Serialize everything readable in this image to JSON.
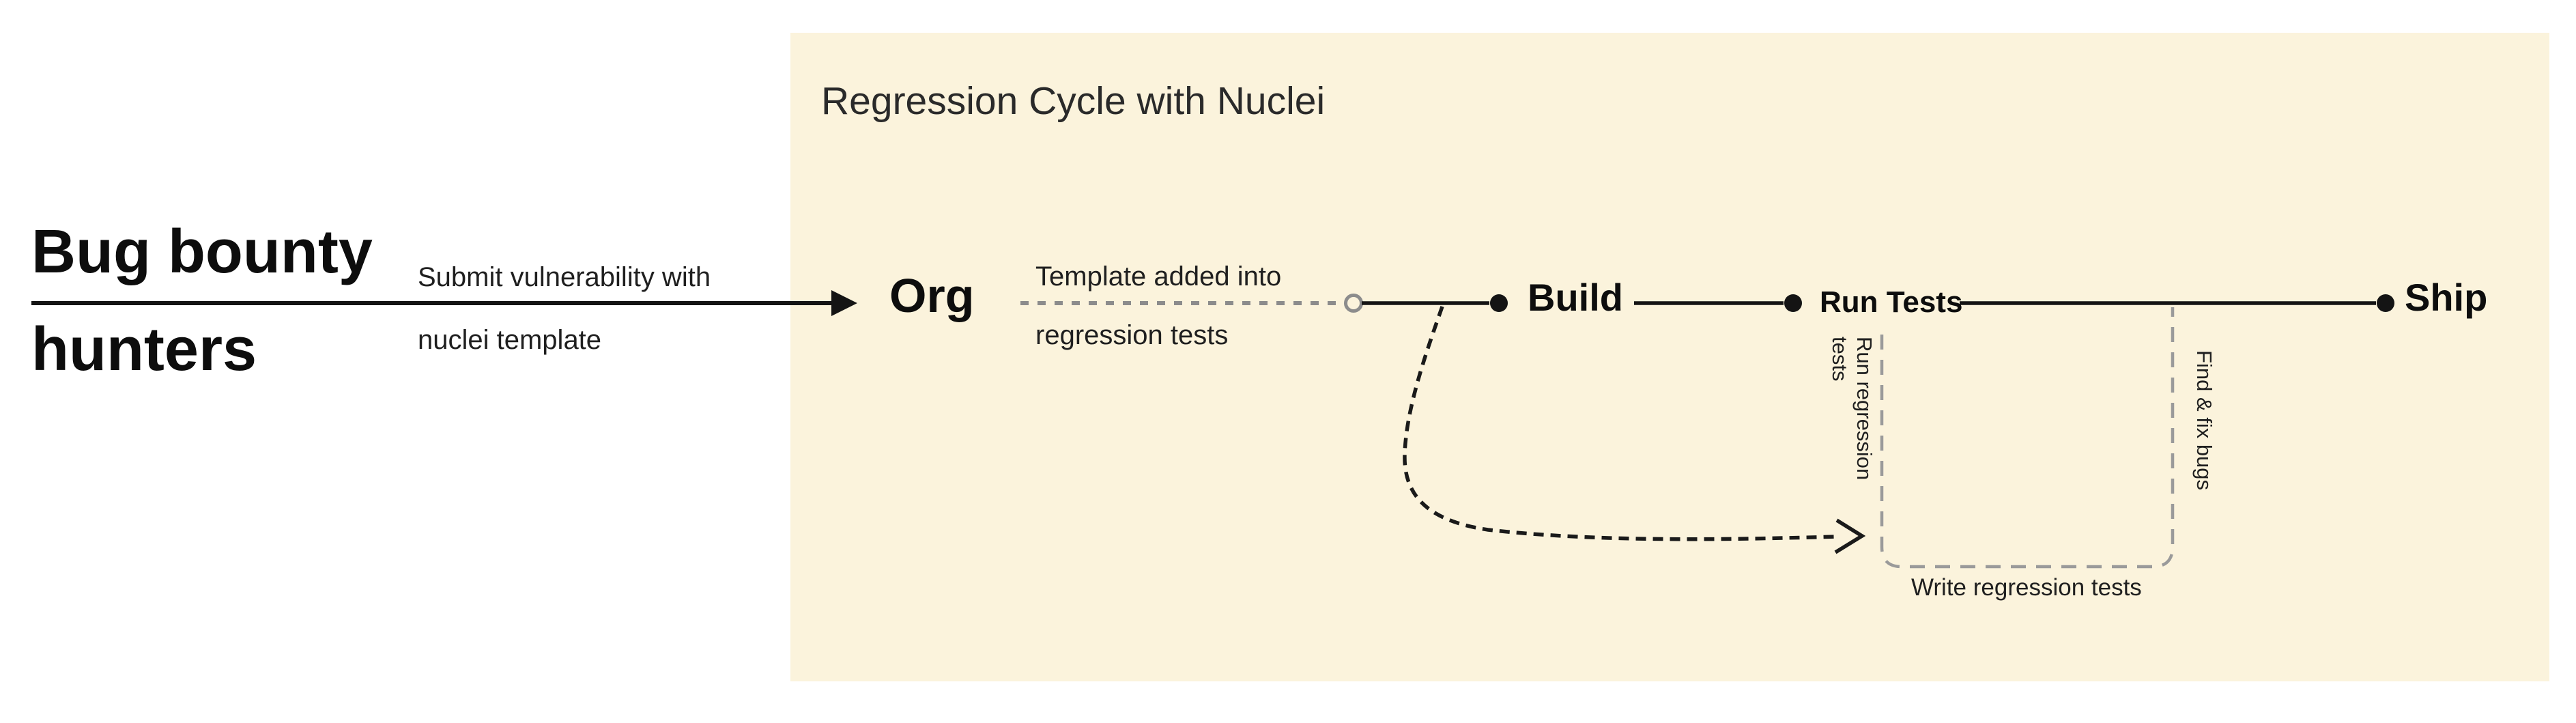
{
  "colors": {
    "canvas_bg": "#ffffff",
    "panel_bg": "#fbf3dc",
    "ink": "#141414",
    "muted_gray": "#8c8c8c"
  },
  "left": {
    "actor_line1": "Bug bounty",
    "actor_line2": "hunters",
    "arrow_label_line1": "Submit vulnerability with",
    "arrow_label_line2": "nuclei template"
  },
  "panel": {
    "title": "Regression Cycle with Nuclei",
    "org_label": "Org",
    "template_label_line1": "Template added into",
    "template_label_line2": "regression tests",
    "stage_build": "Build",
    "stage_run_tests": "Run Tests",
    "stage_ship": "Ship",
    "run_regression_line1": "Run regression",
    "run_regression_line2": "tests",
    "find_fix_label": "Find & fix bugs",
    "write_tests_label": "Write regression tests"
  }
}
